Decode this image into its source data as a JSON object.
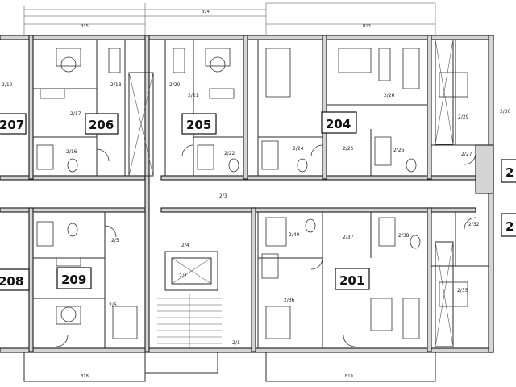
{
  "apartments": [
    "207",
    "206",
    "205",
    "204",
    "2",
    "2",
    "208",
    "209",
    "201"
  ],
  "rooms": [
    "2/12",
    "2/17",
    "2/18",
    "2/20",
    "2/21",
    "2/26",
    "2/29",
    "2/30",
    "2/16",
    "2/22",
    "2/24",
    "2/25",
    "2/26",
    "2/27",
    "2/3",
    "2/5",
    "2/4",
    "2/2",
    "2/6",
    "2/1",
    "2/36",
    "2/37",
    "2/38",
    "2/32",
    "2/35",
    "2/40"
  ],
  "dimensions": [
    "B14",
    "B15",
    "B13",
    "B18",
    "B10"
  ]
}
